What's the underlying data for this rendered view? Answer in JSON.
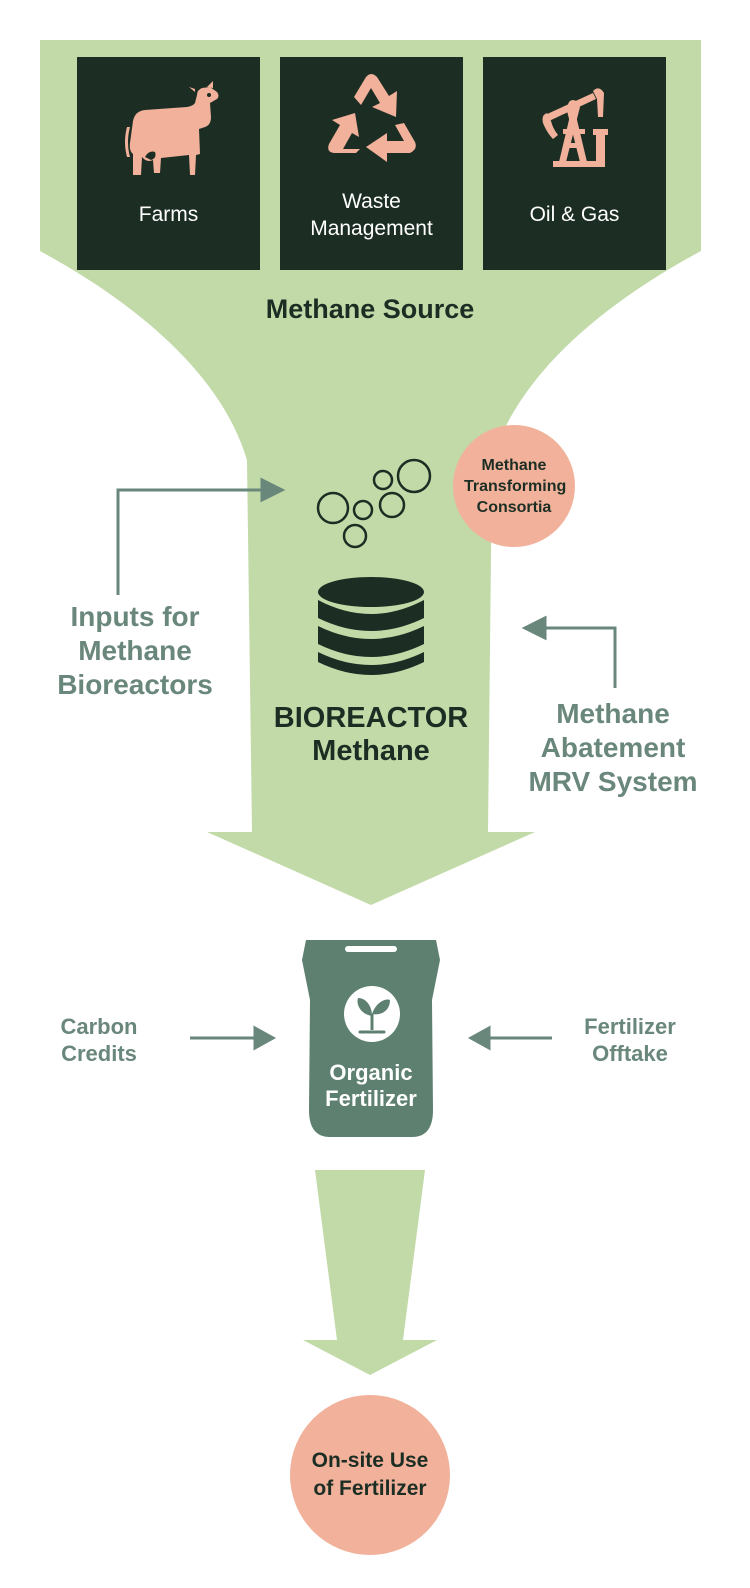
{
  "sources": [
    {
      "label": "Farms",
      "icon": "cow-icon"
    },
    {
      "label": "Waste Management",
      "icon": "recycle-icon"
    },
    {
      "label": "Oil & Gas",
      "icon": "oil-pump-icon"
    }
  ],
  "methane_source_title": "Methane Source",
  "consortia_label": "Methane Transforming Consortia",
  "inputs_label": "Inputs for Methane Bioreactors",
  "bioreactor": {
    "title": "BIOREACTOR",
    "subtitle": "Methane"
  },
  "mrv_label": "Methane Abatement MRV System",
  "fertilizer": {
    "carbon_credits": "Carbon Credits",
    "offtake": "Fertilizer Offtake",
    "bag_label": "Organic Fertilizer"
  },
  "onsite_label": "On-site Use of Fertilizer",
  "colors": {
    "funnel": "#c1daa8",
    "dark": "#1c2e24",
    "salmon": "#f2b19a",
    "sage": "#6a877b"
  }
}
